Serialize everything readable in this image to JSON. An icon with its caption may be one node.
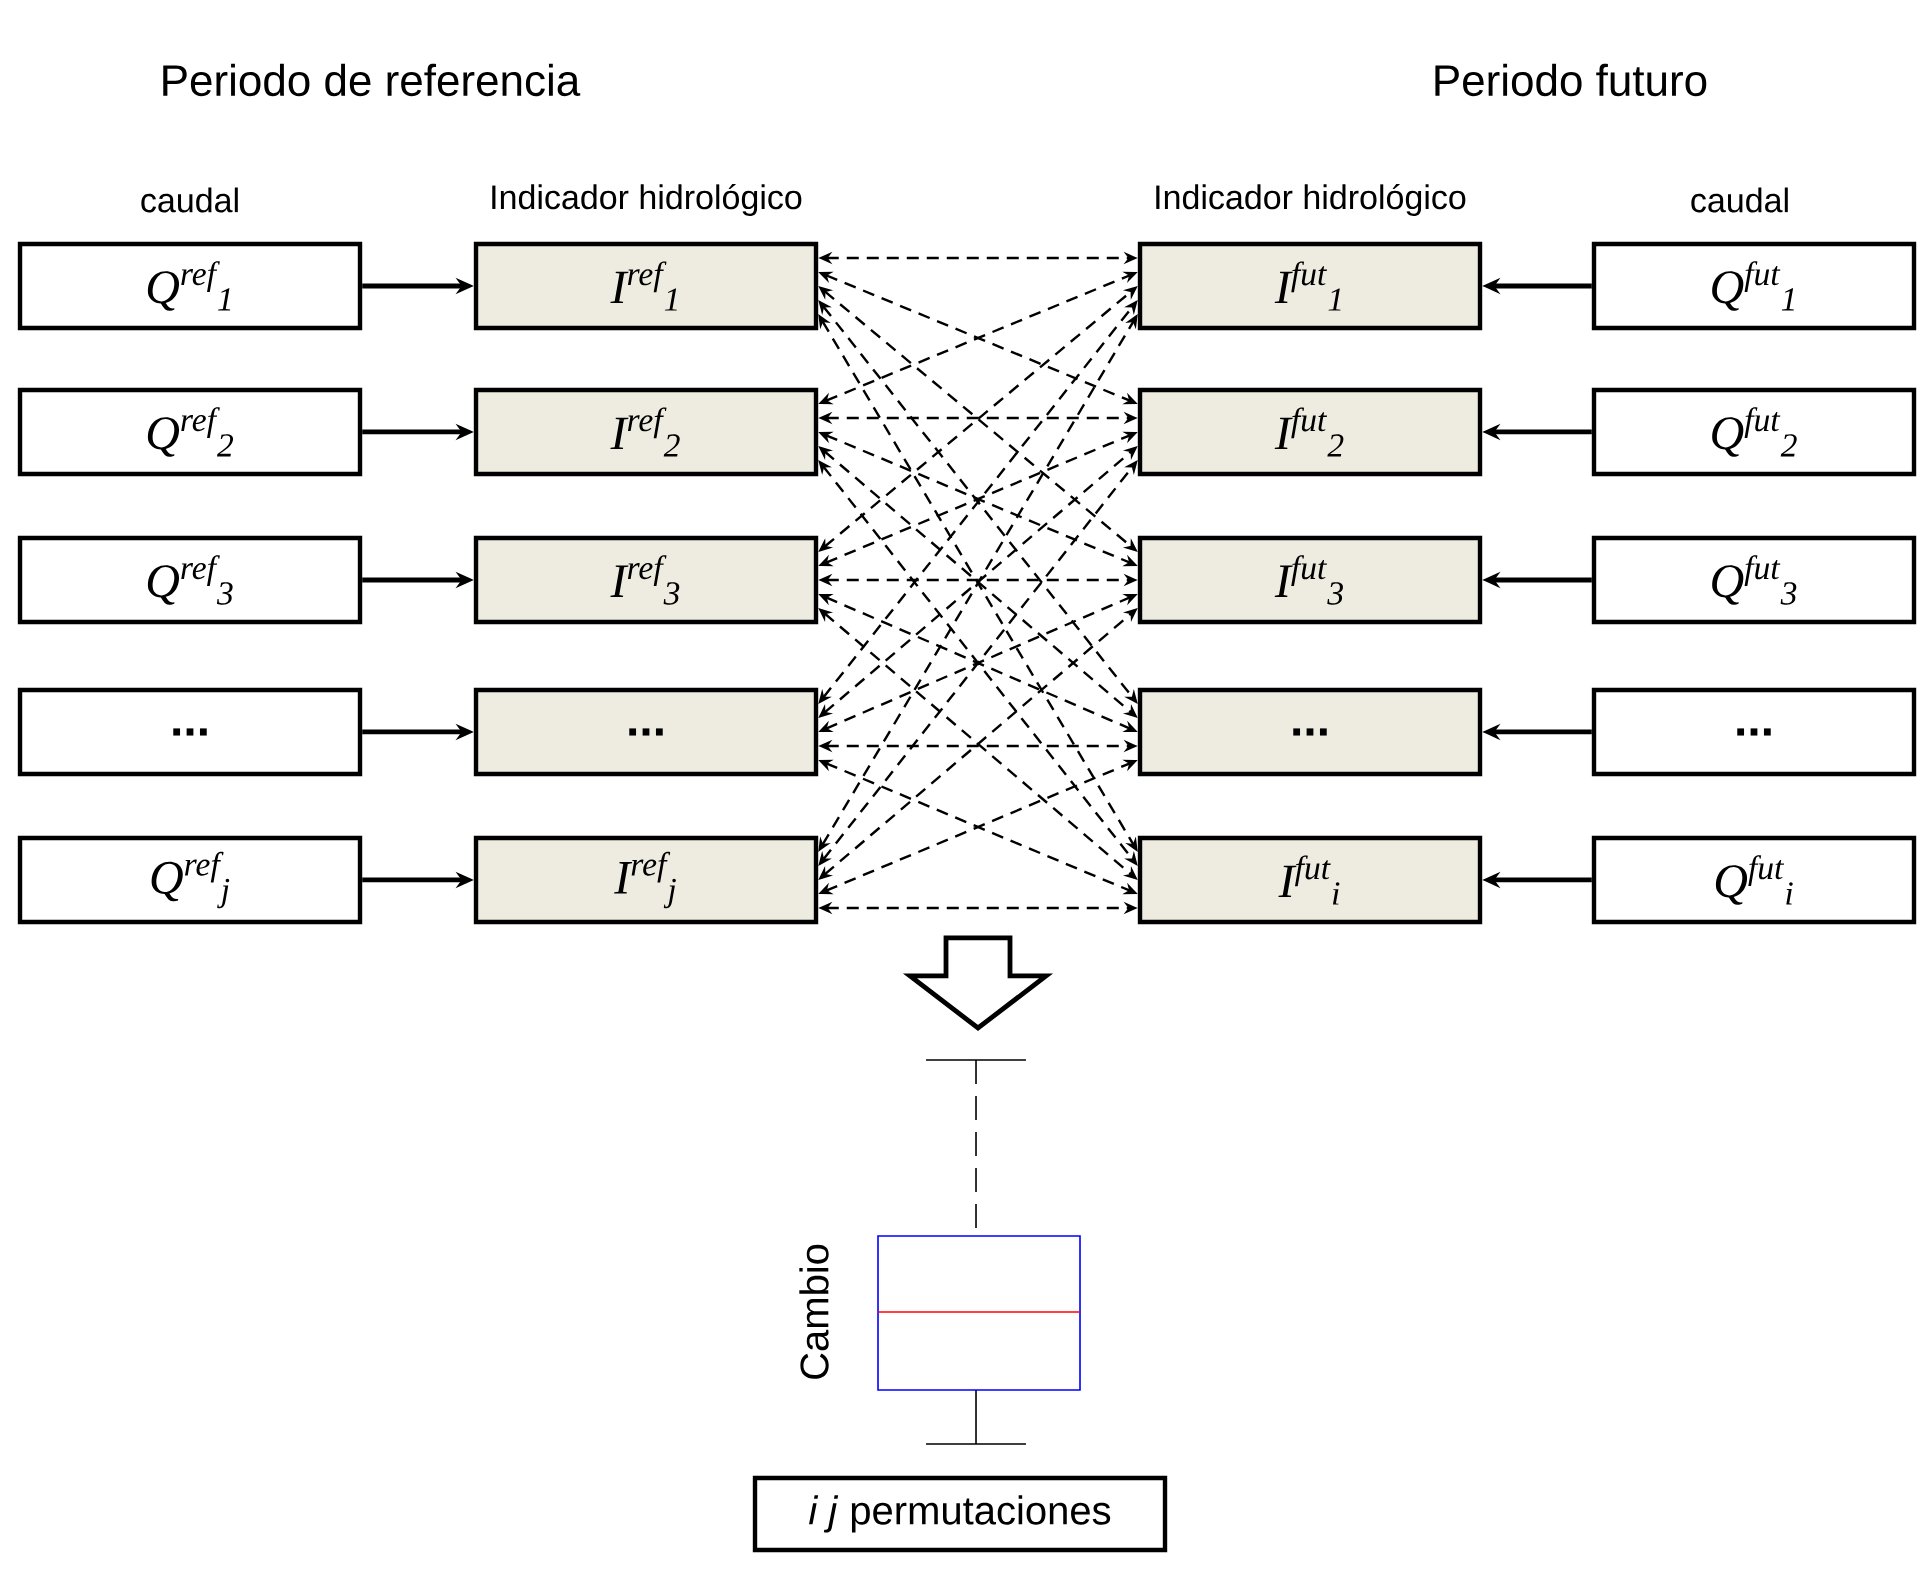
{
  "diagram": {
    "nodes": [
      {
        "text": [
          "Q$^{ref}$$_{1}$"
        ]
      },
      {
        "text": [
          "I$^{ref}$$_{1}$"
        ]
      },
      {
        "text": [
          "I$^{fut}$$_{1}$"
        ]
      },
      {
        "text": [
          "Q$^{fut}$$_{1}$"
        ]
      },
      {
        "text": [
          "Q$^{ref}$$_{2}$"
        ]
      },
      {
        "text": [
          "I$^{ref}$$_{2}$"
        ]
      },
      {
        "text": [
          "I$^{fut}$$_{2}$"
        ]
      },
      {
        "text": [
          "Q$^{fut}$$_{2}$"
        ]
      },
      {
        "text": [
          "Q$^{ref}$$_{3}$"
        ]
      },
      {
        "text": [
          "I$^{ref}$$_{3}$"
        ]
      },
      {
        "text": [
          "I$^{fut}$$_{3}$"
        ]
      },
      {
        "text": [
          "Q$^{fut}$$_{3}$"
        ]
      },
      {
        "text": [
          "..."
        ]
      },
      {
        "text": [
          "..."
        ]
      },
      {
        "text": [
          "..."
        ]
      },
      {
        "text": [
          "..."
        ]
      },
      {
        "text": [
          "Q$^{ref}$$_{j}$"
        ]
      },
      {
        "text": [
          "I$^{ref}$$_{j}$"
        ]
      },
      {
        "text": [
          "I$^{fut}$$_{i}$"
        ]
      },
      {
        "text": [
          "Q$^{fut}$$_{i}$"
        ]
      },
      {
        "text": [
          "*i j* permutaciones"
        ]
      }
    ],
    "edges": [
      {
        "from": 0,
        "to": 1,
        "arrow": "to"
      },
      {
        "from": 3,
        "to": 2,
        "arrow": "to"
      },
      {
        "from": 4,
        "to": 5,
        "arrow": "to"
      },
      {
        "from": 7,
        "to": 6,
        "arrow": "to"
      },
      {
        "from": 8,
        "to": 9,
        "arrow": "to"
      },
      {
        "from": 11,
        "to": 10,
        "arrow": "to"
      },
      {
        "from": 12,
        "to": 13,
        "arrow": "to"
      },
      {
        "from": 15,
        "to": 14,
        "arrow": "to"
      },
      {
        "from": 16,
        "to": 17,
        "arrow": "to"
      },
      {
        "from": 19,
        "to": 18,
        "arrow": "to"
      },
      {
        "from": 1,
        "to": 2,
        "arrow": "both",
        "style": "dashed"
      },
      {
        "from": 1,
        "to": 6,
        "arrow": "both",
        "style": "dashed"
      },
      {
        "from": 1,
        "to": 10,
        "arrow": "both",
        "style": "dashed"
      },
      {
        "from": 1,
        "to": 14,
        "arrow": "both",
        "style": "dashed"
      },
      {
        "from": 1,
        "to": 18,
        "arrow": "both",
        "style": "dashed"
      },
      {
        "from": 5,
        "to": 2,
        "arrow": "both",
        "style": "dashed"
      },
      {
        "from": 5,
        "to": 6,
        "arrow": "both",
        "style": "dashed"
      },
      {
        "from": 5,
        "to": 10,
        "arrow": "both",
        "style": "dashed"
      },
      {
        "from": 5,
        "to": 14,
        "arrow": "both",
        "style": "dashed"
      },
      {
        "from": 5,
        "to": 18,
        "arrow": "both",
        "style": "dashed"
      },
      {
        "from": 9,
        "to": 2,
        "arrow": "both",
        "style": "dashed"
      },
      {
        "from": 9,
        "to": 6,
        "arrow": "both",
        "style": "dashed"
      },
      {
        "from": 9,
        "to": 10,
        "arrow": "both",
        "style": "dashed"
      },
      {
        "from": 9,
        "to": 14,
        "arrow": "both",
        "style": "dashed"
      },
      {
        "from": 9,
        "to": 18,
        "arrow": "both",
        "style": "dashed"
      },
      {
        "from": 13,
        "to": 2,
        "arrow": "both",
        "style": "dashed"
      },
      {
        "from": 13,
        "to": 6,
        "arrow": "both",
        "style": "dashed"
      },
      {
        "from": 13,
        "to": 10,
        "arrow": "both",
        "style": "dashed"
      },
      {
        "from": 13,
        "to": 14,
        "arrow": "both",
        "style": "dashed"
      },
      {
        "from": 13,
        "to": 18,
        "arrow": "both",
        "style": "dashed"
      },
      {
        "from": 17,
        "to": 2,
        "arrow": "both",
        "style": "dashed"
      },
      {
        "from": 17,
        "to": 6,
        "arrow": "both",
        "style": "dashed"
      },
      {
        "from": 17,
        "to": 10,
        "arrow": "both",
        "style": "dashed"
      },
      {
        "from": 17,
        "to": 14,
        "arrow": "both",
        "style": "dashed"
      },
      {
        "from": 17,
        "to": 18,
        "arrow": "both",
        "style": "dashed"
      }
    ],
    "labels": [
      "Periodo de referencia",
      "Periodo futuro",
      "caudal",
      "Indicador hidrológico",
      "Indicador hidrológico",
      "caudal",
      "Cambio"
    ]
  }
}
